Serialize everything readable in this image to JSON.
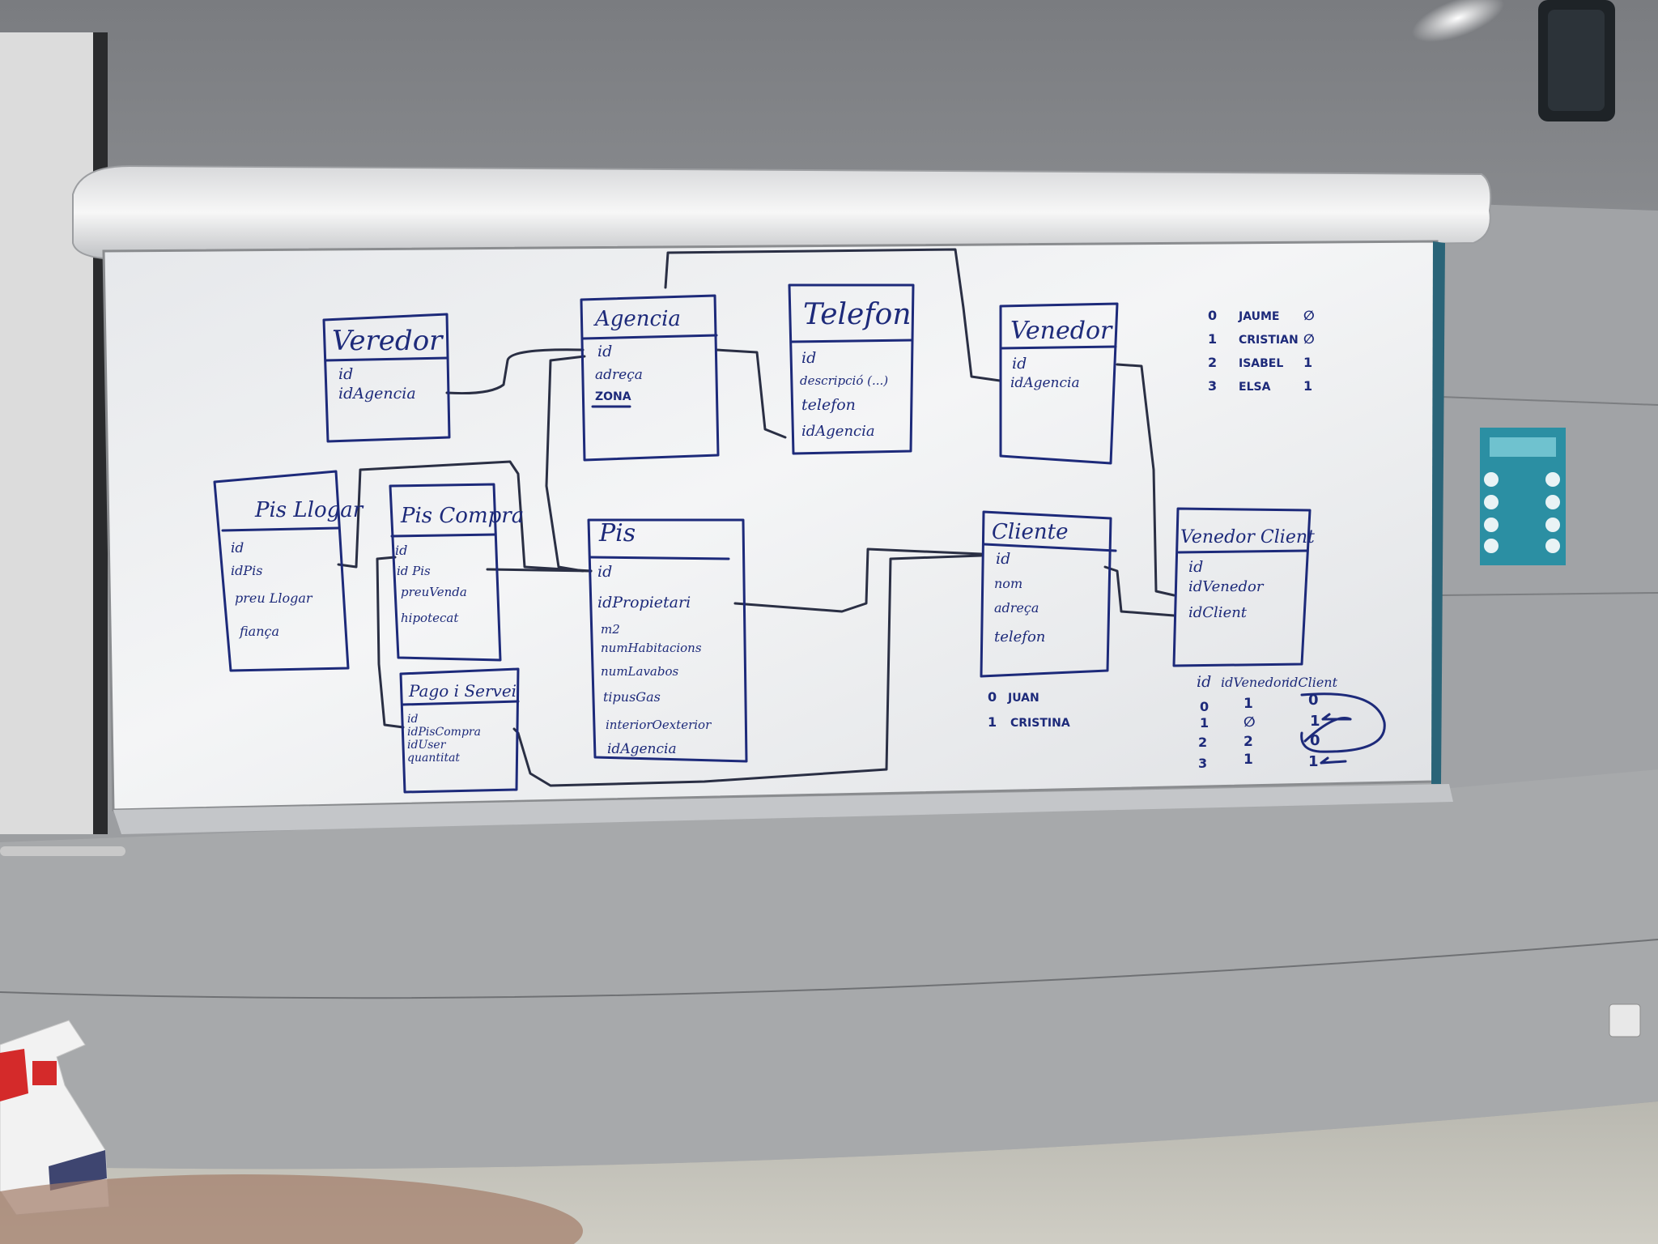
{
  "board": {
    "tables": [
      {
        "title": "Veredor",
        "fields": [
          "id",
          "idAgencia"
        ]
      },
      {
        "title": "Agencia",
        "fields": [
          "id",
          "adreça",
          "ZONA"
        ]
      },
      {
        "title": "Telefon",
        "fields": [
          "id",
          "descripció (...)",
          "telefon",
          "idAgencia"
        ]
      },
      {
        "title": "Venedor",
        "fields": [
          "id",
          "idAgencia"
        ]
      },
      {
        "title": "Pis Llogar",
        "fields": [
          "id",
          "idPis",
          "preu Llogar",
          "fiança"
        ]
      },
      {
        "title": "Pis Compra",
        "fields": [
          "id",
          "id Pis",
          "preuVenda",
          "hipotecat"
        ]
      },
      {
        "title": "Pis",
        "fields": [
          "id",
          "idPropietari",
          "m2",
          "numHabitacions",
          "numLavabos",
          "tipusGas",
          "interiorOexterior",
          "idAgencia"
        ]
      },
      {
        "title": "Pago i Servei",
        "fields": [
          "id",
          "idPisCompra",
          "idUser",
          "quantitat"
        ]
      },
      {
        "title": "Cliente",
        "fields": [
          "id",
          "nom",
          "adreça",
          "telefon"
        ]
      },
      {
        "title": "Venedor Client",
        "fields": [
          "id",
          "idVenedor",
          "idClient"
        ]
      }
    ],
    "seller_list": [
      {
        "id": "0",
        "name": "JAUME",
        "agency": "∅"
      },
      {
        "id": "1",
        "name": "CRISTIAN",
        "agency": "∅"
      },
      {
        "id": "2",
        "name": "ISABEL",
        "agency": "1"
      },
      {
        "id": "3",
        "name": "ELSA",
        "agency": "1"
      }
    ],
    "client_list": [
      {
        "id": "0",
        "name": "JUAN"
      },
      {
        "id": "1",
        "name": "CRISTINA"
      }
    ],
    "link_table": {
      "headers": [
        "id",
        "idVenedor",
        "idClient"
      ],
      "rows": [
        [
          "0",
          "1",
          "0"
        ],
        [
          "1",
          "∅",
          "1"
        ],
        [
          "2",
          "2",
          "0"
        ],
        [
          "3",
          "1",
          "1"
        ]
      ]
    }
  }
}
